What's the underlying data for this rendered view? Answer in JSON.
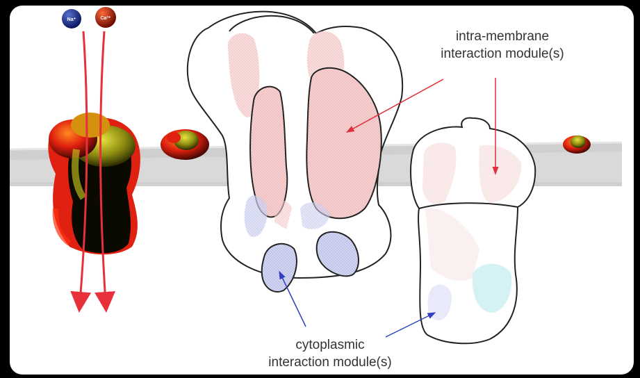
{
  "labels": {
    "intra_membrane_line1": "intra-membrane",
    "intra_membrane_line2": "interaction module(s)",
    "cytoplasmic_line1": "cytoplasmic",
    "cytoplasmic_line2": "interaction module(s)"
  },
  "ions": {
    "sodium": "Na⁺",
    "calcium": "Ca²⁺"
  },
  "colors": {
    "background_frame": "#000000",
    "panel": "#ffffff",
    "membrane": "#cfcfcf",
    "arrow": "#e8303a",
    "intra_module_fill": "#f4c8c8",
    "cyto_module_fill": "#c9cdee",
    "pointer_red": "#e03040",
    "pointer_blue": "#3040c0",
    "channel_dark": "#0a0a00",
    "channel_red": "#e02010",
    "channel_yellow": "#d6d020"
  },
  "icons": [
    "ion-channel-icon",
    "sodium-ion-icon",
    "calcium-ion-icon",
    "small-channel-icon"
  ]
}
